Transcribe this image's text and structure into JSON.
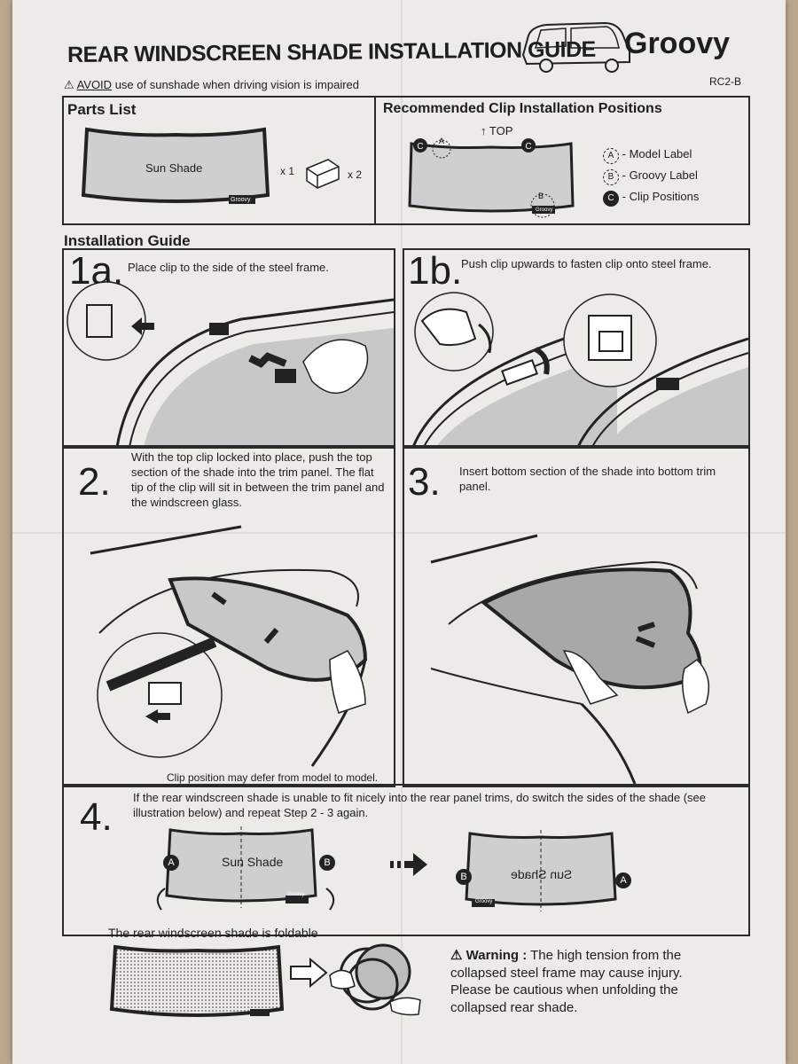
{
  "header": {
    "title": "REAR WINDSCREEN SHADE INSTALLATION GUIDE",
    "brand": "Groovy",
    "model_code": "RC2-B",
    "avoid_word": "AVOID",
    "avoid_rest": "use of sunshade when driving vision is impaired"
  },
  "parts": {
    "title": "Parts List",
    "shade_label": "Sun Shade",
    "shade_qty": "x 1",
    "clip_qty": "x 2",
    "tag": "Groovy"
  },
  "clip_positions": {
    "title": "Recommended Clip Installation Positions",
    "top_label": "TOP",
    "legend": [
      {
        "marker": "A",
        "text": "- Model Label"
      },
      {
        "marker": "B",
        "text": "- Groovy Label"
      },
      {
        "marker": "C",
        "text": "- Clip Positions"
      }
    ],
    "tag": "Groovy"
  },
  "install": {
    "title": "Installation Guide",
    "steps": [
      {
        "num": "1a.",
        "text": "Place clip to the side of the steel frame."
      },
      {
        "num": "1b.",
        "text": "Push clip upwards to fasten clip onto steel frame."
      },
      {
        "num": "2.",
        "text": "With the top clip locked into place, push the top section of the shade into the trim panel. The flat tip of the clip will sit in between the trim panel and the windscreen glass."
      },
      {
        "num": "3.",
        "text": "Insert bottom section of the shade into bottom trim panel."
      },
      {
        "num": "4.",
        "text": "If the rear windscreen shade is unable to fit nicely into the rear panel trims, do switch the sides of the shade (see illustration below) and repeat Step 2 - 3 again."
      }
    ],
    "clip_note": "Clip position may defer from model to model.",
    "swap_left_label": "Sun Shade",
    "swap_right_label": "Sun Shade",
    "marker_a": "A",
    "marker_b": "B",
    "tag": "Groovy"
  },
  "footer": {
    "foldable": "The rear windscreen shade is foldable",
    "warning_label": "Warning :",
    "warning_text": "The high tension from the collapsed steel frame may cause injury. Please be cautious when unfolding the collapsed rear shade."
  }
}
